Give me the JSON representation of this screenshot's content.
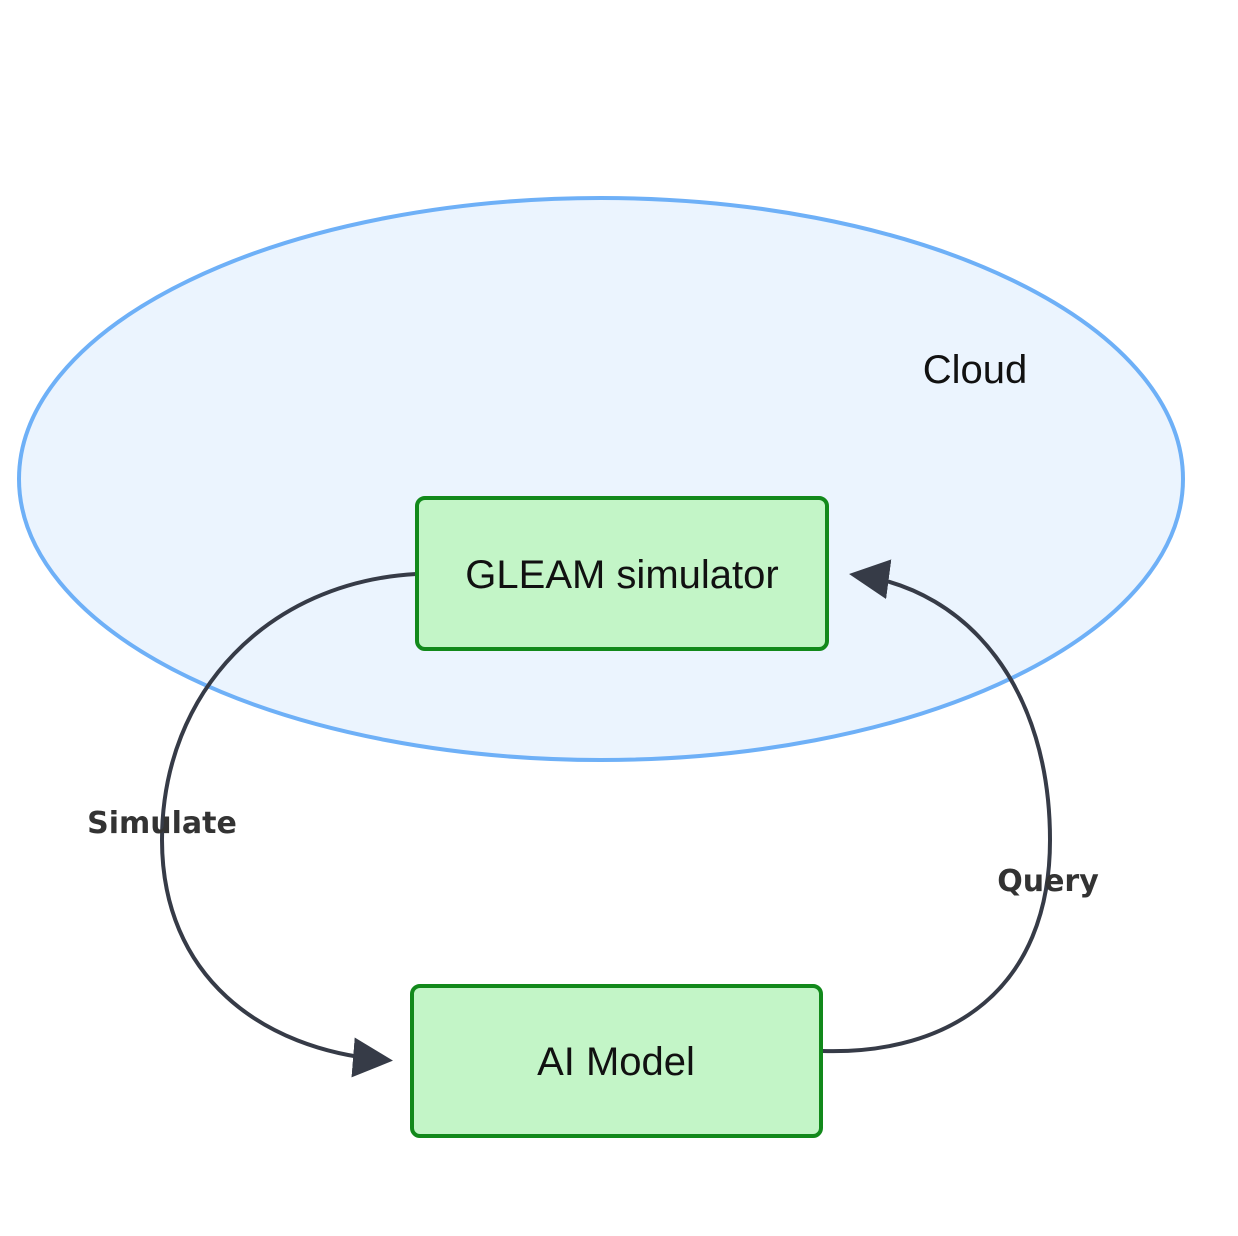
{
  "diagram": {
    "cloud": {
      "label": "Cloud"
    },
    "nodes": {
      "simulator": {
        "label": "GLEAM simulator"
      },
      "model": {
        "label": "AI Model"
      }
    },
    "edges": {
      "simulate": {
        "label": "Simulate",
        "from": "GLEAM simulator",
        "to": "AI Model"
      },
      "query": {
        "label": "Query",
        "from": "AI Model",
        "to": "GLEAM simulator"
      }
    },
    "colors": {
      "cloud_fill": "#ebf4fe",
      "cloud_stroke": "#6eb0f7",
      "node_fill": "#c3f5c7",
      "node_stroke": "#12891b",
      "edge": "#363b47"
    }
  }
}
